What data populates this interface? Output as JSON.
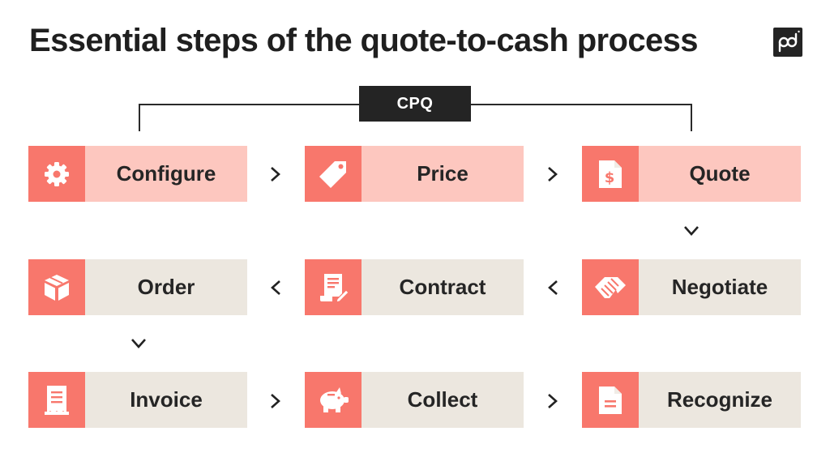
{
  "title": "Essential steps of the quote-to-cash process",
  "cpq_label": "CPQ",
  "colors": {
    "icon_bg": "#f8776c",
    "cpq_step_bg": "#fdc7bf",
    "post_step_bg": "#ece7df",
    "dark": "#242424"
  },
  "steps": [
    {
      "label": "Configure",
      "icon": "gear-icon"
    },
    {
      "label": "Price",
      "icon": "price-tag-icon"
    },
    {
      "label": "Quote",
      "icon": "dollar-document-icon"
    },
    {
      "label": "Negotiate",
      "icon": "handshake-icon"
    },
    {
      "label": "Contract",
      "icon": "contract-pen-icon"
    },
    {
      "label": "Order",
      "icon": "package-icon"
    },
    {
      "label": "Invoice",
      "icon": "receipt-icon"
    },
    {
      "label": "Collect",
      "icon": "piggy-bank-icon"
    },
    {
      "label": "Recognize",
      "icon": "document-icon"
    }
  ]
}
